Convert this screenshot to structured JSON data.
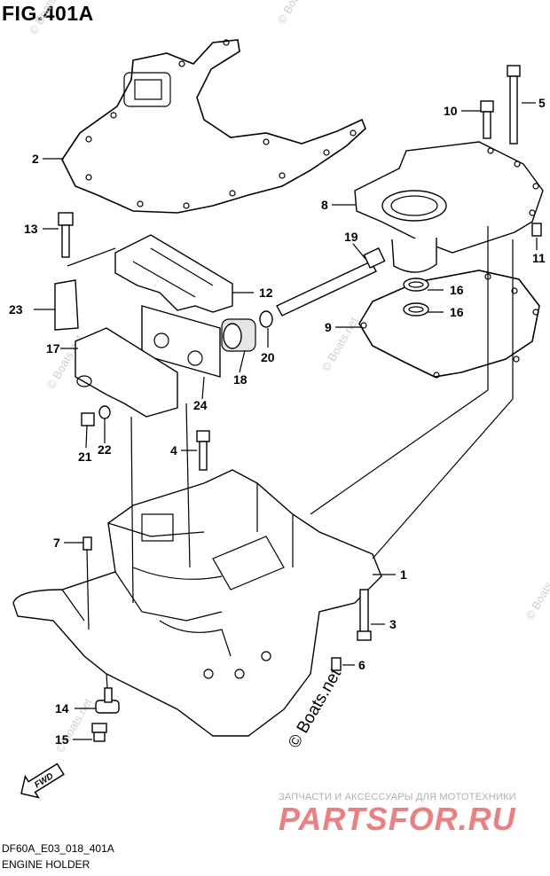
{
  "figure": {
    "title": "FIG.401A",
    "code": "DF60A_E03_018_401A",
    "name": "ENGINE HOLDER"
  },
  "callouts": [
    "1",
    "2",
    "3",
    "4",
    "5",
    "6",
    "7",
    "8",
    "9",
    "10",
    "11",
    "12",
    "13",
    "14",
    "15",
    "16",
    "16",
    "17",
    "18",
    "19",
    "20",
    "21",
    "22",
    "23",
    "24"
  ],
  "watermarks": {
    "small": "© Boats.net",
    "big": "© Boats.net"
  },
  "fwd_label": "FWD",
  "shop": {
    "subtitle": "ЗАПЧАСТИ И АКСЕССУАРЫ ДЛЯ МОТОТЕХНИКИ",
    "logo": "PARTSFOR.RU"
  }
}
